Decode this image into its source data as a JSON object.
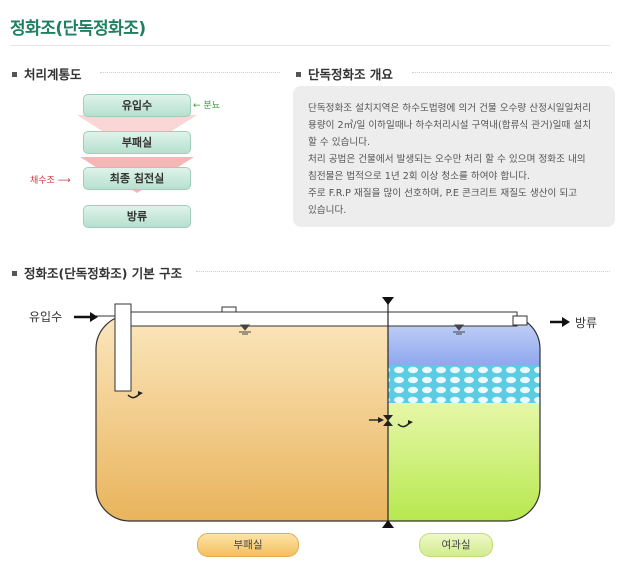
{
  "page": {
    "title": "정화조(단독정화조)"
  },
  "process_flow": {
    "heading": "처리계통도",
    "steps": [
      "유입수",
      "부패실",
      "최종 침전실",
      "방류"
    ],
    "inflow_note": "분뇨",
    "scum_note": "채수조"
  },
  "overview": {
    "heading": "단독정화조 개요",
    "lines": [
      "단독정화조 설치지역은 하수도법령에 의거 건물 오수량 산정시일일처리",
      "용량이 2㎥/일 이하일때나 하수처리시설 구역내(합류식 관거)일때 설치",
      "할 수 있습니다.",
      "처리 공법은 건물에서 발생되는 오수만 처리 할 수 있으며 정화조 내의",
      "침전물은 법적으로 1년 2회 이상 청소를 하여야 합니다.",
      "주로 F.R.P 재질을 많이 선호하며, P.E 콘크리트 재질도 생산이 되고",
      "있습니다."
    ]
  },
  "structure": {
    "heading": "정화조(단독정화조) 기본 구조",
    "inlet_label": "유입수",
    "outlet_label": "방류",
    "chambers": [
      "부패실",
      "여과실"
    ]
  },
  "colors": {
    "title": "#1f7f5f",
    "septic_fill": "#f0c87a",
    "filter_water": "#a9bff0",
    "filter_media": "#6fd3e8",
    "filter_bottom": "#c6ec6a",
    "septic_tag": "#f6c96a",
    "filter_tag": "#dcef9e"
  }
}
